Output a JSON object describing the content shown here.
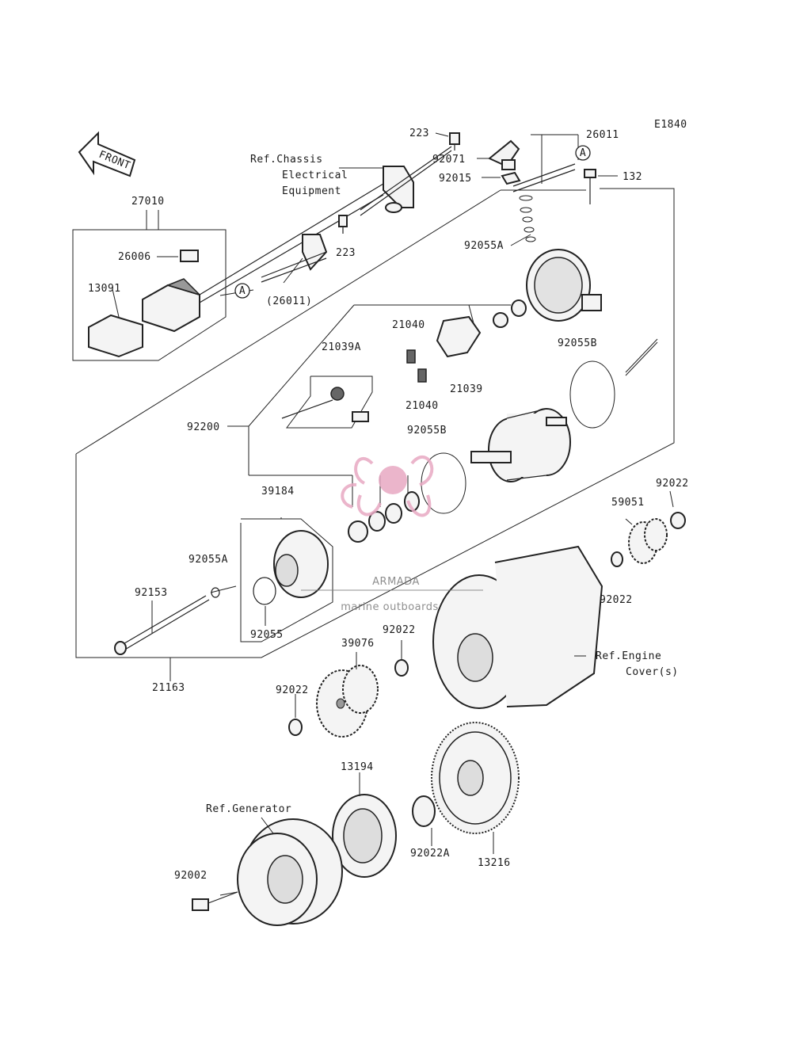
{
  "diagram_code": "E1840",
  "front_label": "FRONT",
  "callout_marker": "A",
  "parts": {
    "p223_top": "223",
    "p26011_top": "26011",
    "p92071": "92071",
    "p92015": "92015",
    "p132": "132",
    "p27010": "27010",
    "p26006": "26006",
    "p223_mid": "223",
    "p13091": "13091",
    "p26011_ref": "(26011)",
    "p92055A_top": "92055A",
    "p21040_a": "21040",
    "p21039A": "21039A",
    "p21039": "21039",
    "p21040_b": "21040",
    "p92055B_right": "92055B",
    "p92200": "92200",
    "p92055B_left": "92055B",
    "p39184": "39184",
    "p92022_right": "92022",
    "p59051": "59051",
    "p92055A_left": "92055A",
    "p92153": "92153",
    "p92022_mid": "92022",
    "p92055": "92055",
    "p92022_center": "92022",
    "p39076": "39076",
    "p21163": "21163",
    "p92022_left": "92022",
    "p13194": "13194",
    "p92022A": "92022A",
    "p13216": "13216",
    "p92002": "92002"
  },
  "references": {
    "chassis_line1": "Ref.Chassis",
    "chassis_line2": "Electrical",
    "chassis_line3": "Equipment",
    "engine_line1": "Ref.Engine",
    "engine_line2": "Cover(s)",
    "generator": "Ref.Generator"
  },
  "watermark": {
    "brand": "ARMADA",
    "tagline": "marine outboards",
    "logo_color": "#e8a9c3",
    "text_color": "#7b7b7b"
  }
}
